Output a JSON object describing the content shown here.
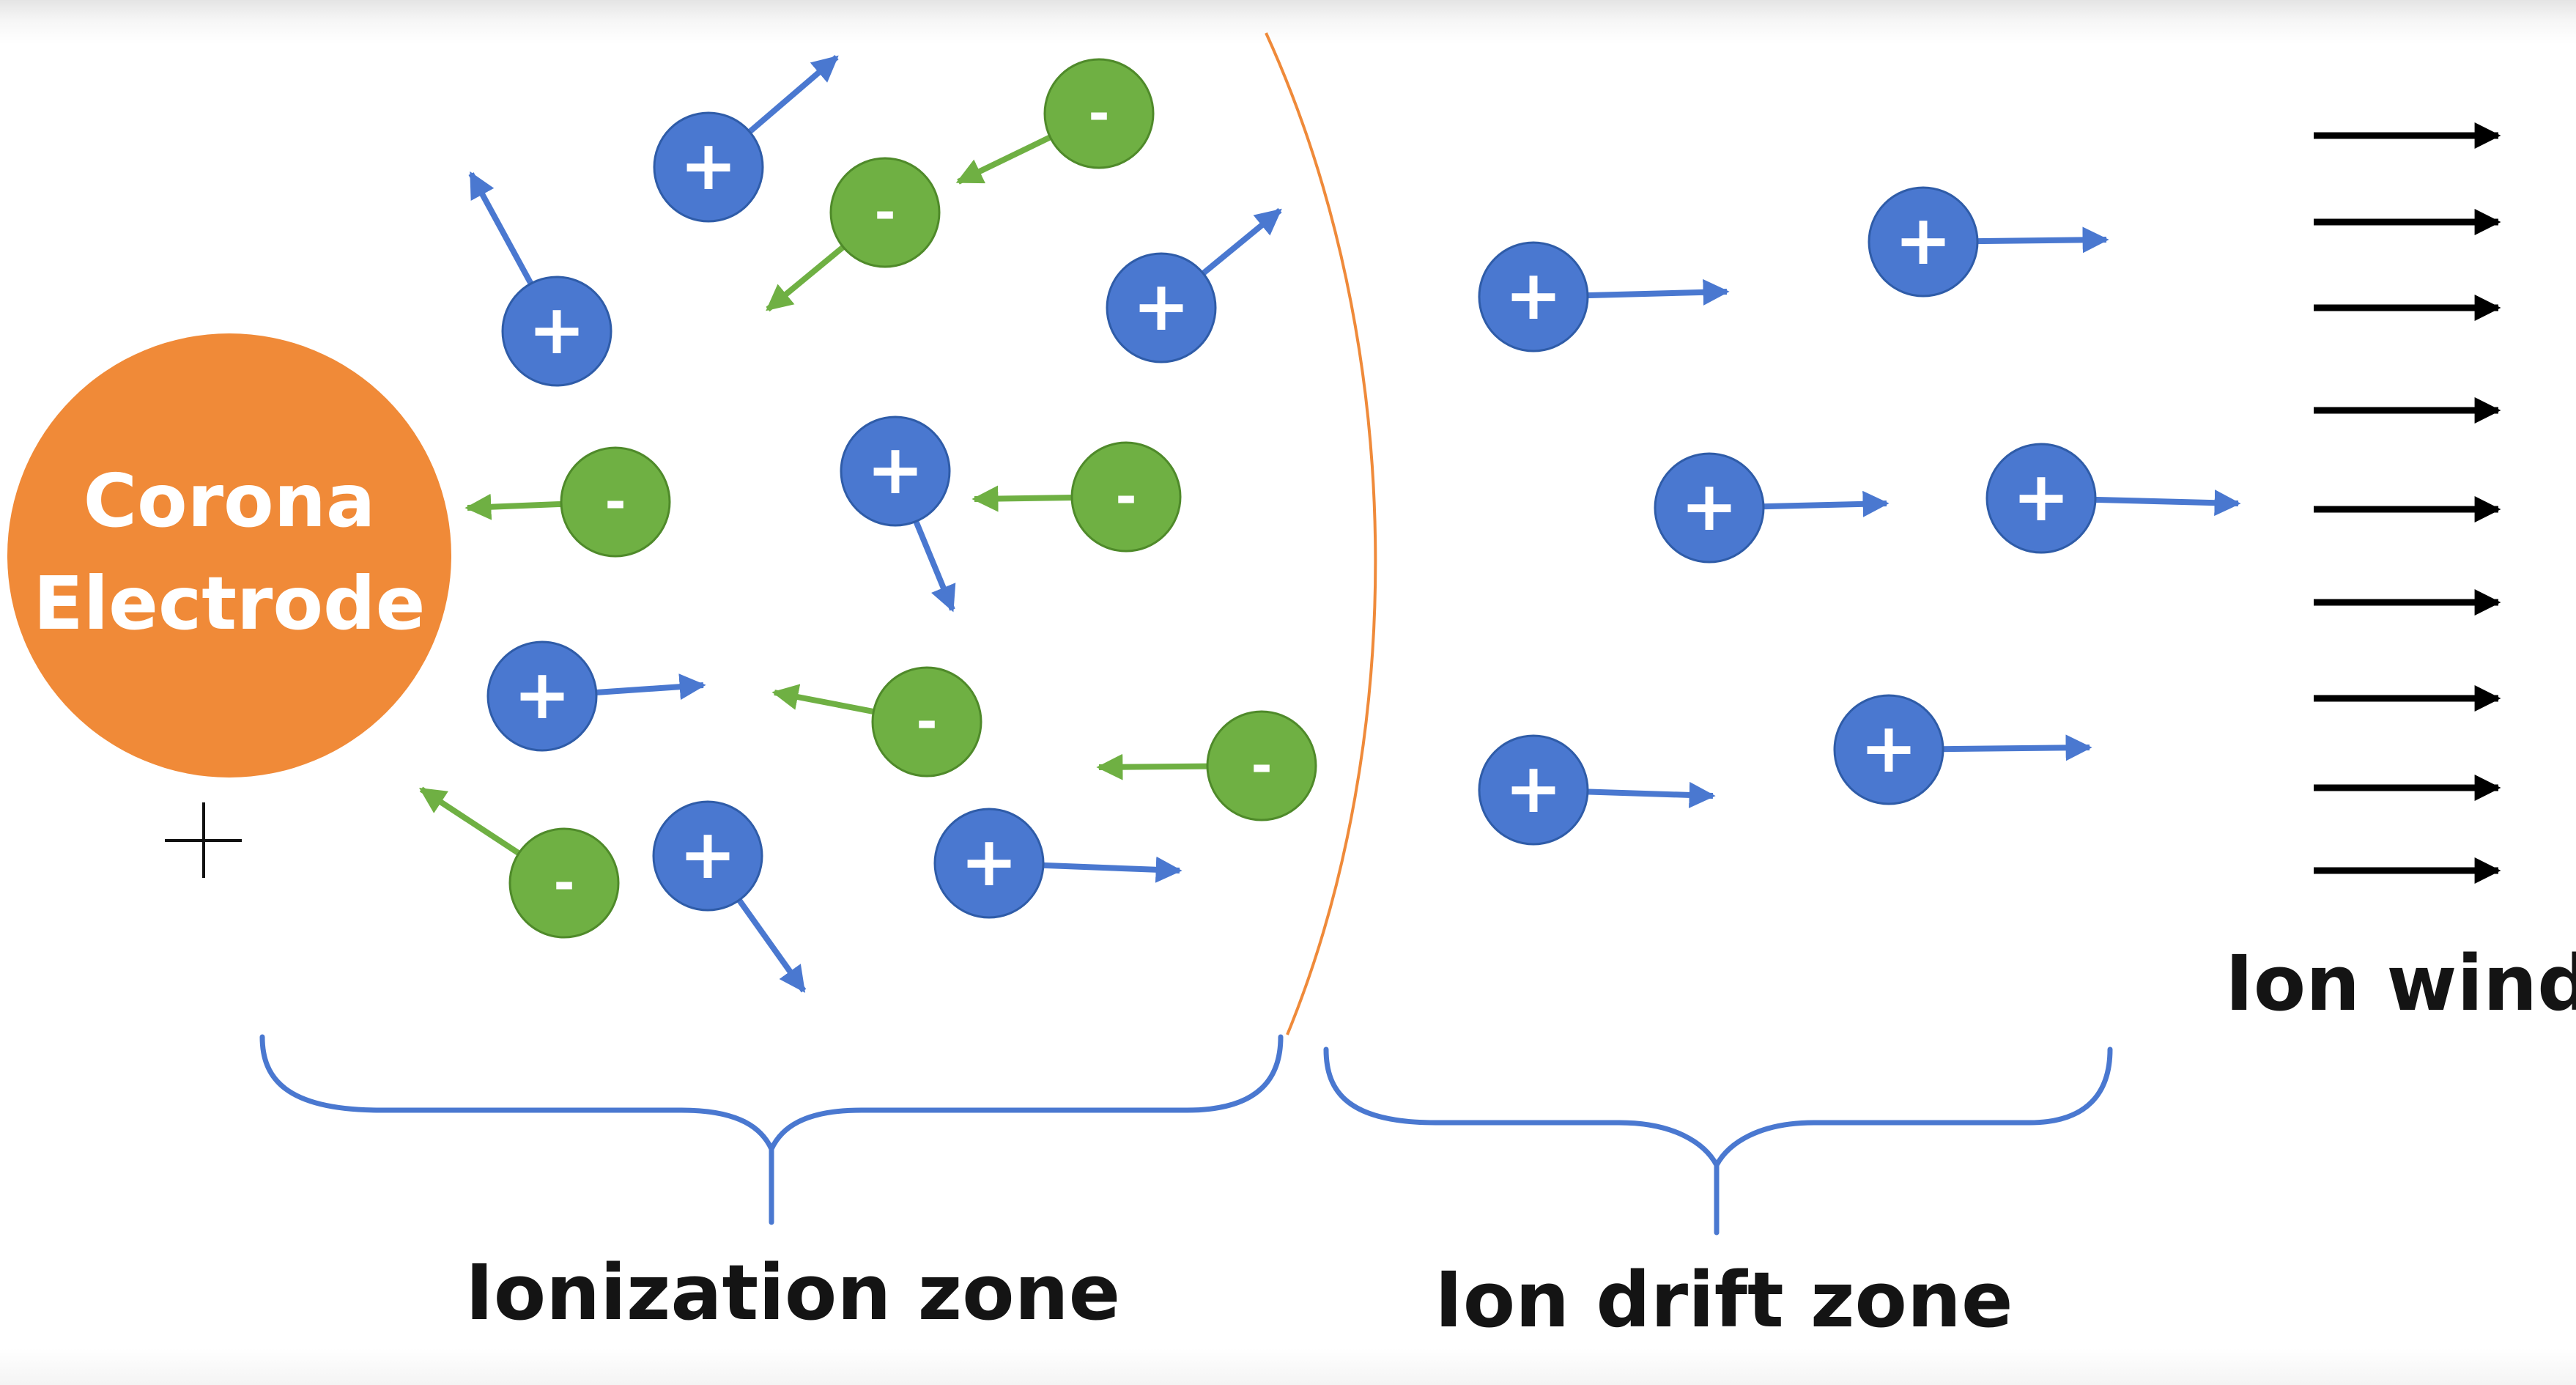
{
  "electrode": {
    "line1": "Corona",
    "line2": "Electrode",
    "polarity": "+",
    "color": "#f08a38",
    "text_color": "#ffffff"
  },
  "colors": {
    "positive_ion": "#4a78d0",
    "positive_ion_border": "#2f5ca8",
    "negative_ion": "#6fb043",
    "negative_ion_border": "#4f8a2a",
    "boundary": "#ef8a3a",
    "brace": "#4a78d0",
    "wind_arrow": "#000000",
    "label_text": "#141414"
  },
  "ion_signs": {
    "positive": "+",
    "negative": "-"
  },
  "icons": {
    "electrode": "orange-circle",
    "positive_ion": "blue-circle-plus",
    "negative_ion": "green-circle-minus",
    "wind_arrow": "black-right-arrow",
    "brace": "curly-brace"
  },
  "labels": {
    "ionization_zone": "Ionization zone",
    "ion_drift_zone": "Ion drift zone",
    "ion_wind": "Ion wind"
  }
}
